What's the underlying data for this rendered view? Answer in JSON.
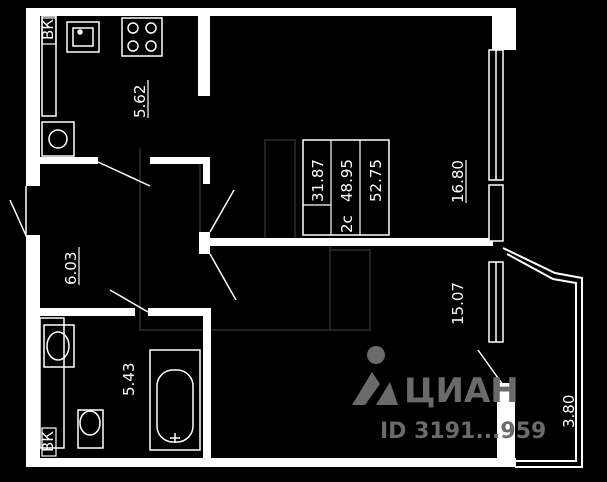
{
  "rooms": {
    "kitchen_area": "5.62",
    "hallway_area": "6.03",
    "bathroom_area": "5.43",
    "living_room_area": "16.80",
    "bedroom_area": "15.07",
    "balcony_area": "3.80"
  },
  "summary": {
    "living_area": "31.87",
    "total_area": "48.95",
    "total_area_with_balcony": "52.75",
    "rooms_label": "2c"
  },
  "markers": {
    "vent_top": "ВК",
    "vent_bottom": "ВК"
  },
  "watermark": {
    "brand": "ЦИАН",
    "listing_id": "ID 3191...959"
  },
  "colors": {
    "background": "#000000",
    "wall": "#ffffff",
    "watermark": "#6a6a6a"
  }
}
